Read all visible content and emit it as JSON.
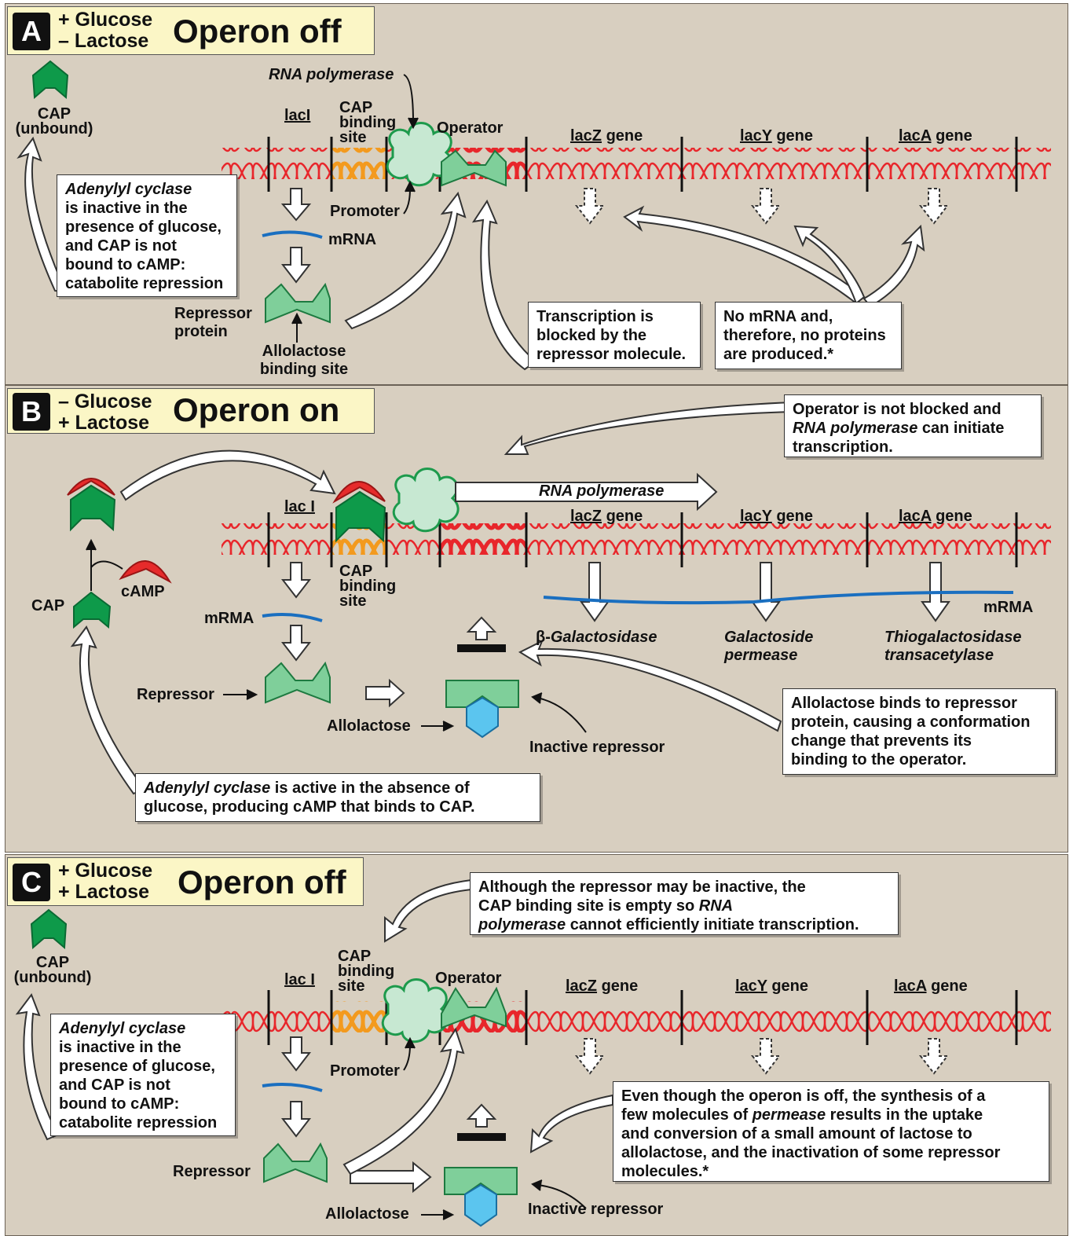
{
  "colors": {
    "panel_bg": "#d8cfc0",
    "header_bg": "#fbf6c6",
    "dna": "#e8262b",
    "cap_site": "#f39a1e",
    "cap_protein": "#0e9a4a",
    "repressor": "#7fcf9a",
    "rna_polymerase": "#c7e8d2",
    "camp": "#e62b2b",
    "allolactose": "#5bc5ef",
    "mrna": "#1a6fc0"
  },
  "icons": [
    "cap-protein-icon",
    "repressor-icon",
    "rna-polymerase-icon",
    "camp-icon",
    "allolactose-icon",
    "blocked-arrow-icon"
  ],
  "panel_a": {
    "letter": "A",
    "cond1": "+ Glucose",
    "cond2": "– Lactose",
    "title": "Operon off",
    "cap_label1": "CAP",
    "cap_label2": "(unbound)",
    "rna_polymerase": "RNA polymerase",
    "laci": "lacI",
    "cap_site1": "CAP",
    "cap_site2": "binding",
    "cap_site3": "site",
    "operator": "Operator",
    "lacz": "lacZ",
    "lacy": "lacY",
    "laca": "lacA",
    "gene": "gene",
    "promoter": "Promoter",
    "mrna": "mRNA",
    "repressor1": "Repressor",
    "repressor2": "protein",
    "allo_site1": "Allolactose",
    "allo_site2": "binding site",
    "box_adenylyl_1": "Adenylyl cyclase",
    "box_adenylyl_2": "is inactive in the",
    "box_adenylyl_3": "presence of glucose,",
    "box_adenylyl_4": "and CAP is not",
    "box_adenylyl_5": "bound  to cAMP:",
    "box_adenylyl_6": "catabolite repression",
    "box_blocked_1": "Transcription is",
    "box_blocked_2": "blocked by the",
    "box_blocked_3": "repressor molecule.",
    "box_nomrna_1": "No mRNA and,",
    "box_nomrna_2": "therefore, no proteins",
    "box_nomrna_3": "are produced.*"
  },
  "panel_b": {
    "letter": "B",
    "cond1": "– Glucose",
    "cond2": "+ Lactose",
    "title": "Operon on",
    "box_operator_1": "Operator is not blocked and",
    "box_operator_2a": "RNA polymerase",
    "box_operator_2b": " can initiate",
    "box_operator_3": "transcription.",
    "rna_polymerase": "RNA polymerase",
    "laci": "lac I",
    "lacz": "lacZ",
    "lacy": "lacY",
    "laca": "lacA",
    "gene": "gene",
    "cap_site1": "CAP",
    "cap_site2": "binding",
    "cap_site3": "site",
    "camp": "cAMP",
    "cap": "CAP",
    "mrma_left": "mRMA",
    "mrma_right": "mRMA",
    "beta": "β-",
    "galactosidase": "Galactosidase",
    "galactoside1": "Galactoside",
    "galactoside2": "permease",
    "thio1": "Thiogalactosidase",
    "thio2": "transacetylase",
    "repressor": "Repressor",
    "allolactose": "Allolactose",
    "inactive_repressor": "Inactive repressor",
    "box_allo_1": "Allolactose binds to repressor",
    "box_allo_2": "protein, causing a conformation",
    "box_allo_3": "change that prevents its",
    "box_allo_4": "binding to the operator.",
    "box_adenylyl_1a": "Adenylyl cyclase",
    "box_adenylyl_1b": " is active in the absence of",
    "box_adenylyl_2": "glucose, producing cAMP that binds to CAP."
  },
  "panel_c": {
    "letter": "C",
    "cond1": "+ Glucose",
    "cond2": "+ Lactose",
    "title": "Operon off",
    "box_although_1": "Although the repressor may be inactive, the",
    "box_although_2a": "CAP binding site is empty so ",
    "box_although_2b": "RNA",
    "box_although_3a": "polymerase",
    "box_although_3b": " cannot efficiently initiate transcription.",
    "cap_label1": "CAP",
    "cap_label2": "(unbound)",
    "laci": "lac I",
    "cap_site1": "CAP",
    "cap_site2": "binding",
    "cap_site3": "site",
    "operator": "Operator",
    "lacz": "lacZ",
    "lacy": "lacY",
    "laca": "lacA",
    "gene": "gene",
    "promoter": "Promoter",
    "repressor": "Repressor",
    "allolactose": "Allolactose",
    "inactive_repressor": "Inactive repressor",
    "box_adenylyl_1": "Adenylyl cyclase",
    "box_adenylyl_2": "is inactive in the",
    "box_adenylyl_3": "presence of glucose,",
    "box_adenylyl_4": "and CAP is  not",
    "box_adenylyl_5": "bound to cAMP:",
    "box_adenylyl_6": "catabolite repression",
    "box_even_1": "Even though the operon is off, the synthesis of a",
    "box_even_2a": "few molecules of ",
    "box_even_2b": "permease",
    "box_even_2c": " results in the uptake",
    "box_even_3": "and conversion of a small amount of lactose to",
    "box_even_4": "allolactose, and the inactivation of some repressor",
    "box_even_5": "molecules.*"
  }
}
